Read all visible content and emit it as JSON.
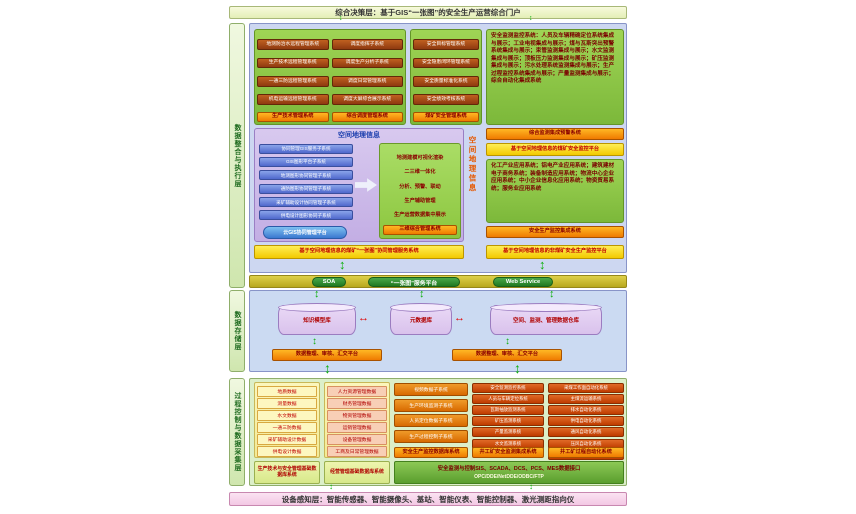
{
  "banners": {
    "top": "综合决策层：基于GIS“一张图”的安全生产运营综合门户",
    "bottom": "设备感知层：智能传感器、智能摄像头、基站、智能仪表、智能控制器、激光测距指向仪"
  },
  "layers": {
    "exec": "数据整合与执行层",
    "storage": "数据存储层",
    "collect": "过程控制与数据采集层"
  },
  "icons": {
    "v_arrow": "↕",
    "h_arrow": "↔"
  },
  "exec": {
    "prod_tech": {
      "items": [
        "地测防治水远程管理系统",
        "生产技术远程管理系统",
        "一通三防远程管理系统",
        "机电运输远程管理系统"
      ],
      "footer": "生产技术管理系统"
    },
    "dispatch": {
      "items": [
        "调度指挥子系统",
        "调度生产分析子系统",
        "调度日常管理系统",
        "调度大屏综合展示系统"
      ],
      "footer": "综合调度管理系统"
    },
    "safety": {
      "items": [
        "安全目标管理系统",
        "安全隐患闭环管理系统",
        "安全质量标准化系统",
        "安全绩效考核系统"
      ],
      "footer": "煤矿安全管理系统"
    },
    "monitor": {
      "text": "安全监测监控系统：人员及车辆精确定位系统集成与展示；工业电视集成与展示；煤与瓦斯突出预警系统集成与展示；束管监测集成与展示；水文监测集成与展示；顶板压力监测集成与展示；矿压监测集成与展示；污水处理系统监测集成与展示；生产过程监控系统集成与展示；产量监测集成与展示；综合自动化集成系统",
      "footer": "综合监测集成预警系统",
      "platform": "基于空间地理信息的煤矿安全监控平台"
    },
    "gis": {
      "title": "空间地理信息",
      "side_label": "空间地理信息",
      "items": [
        "协同管理GIS服务子系统",
        "GIS图形平台子系统",
        "地测图形协同管理子系统",
        "通防图形协同管理子系统",
        "采矿辅助设计协同管理子系统",
        "供电设计图形协同子系统"
      ],
      "cloud": "云GIS协同管理平台",
      "functions": [
        "地测建模可视化渲染",
        "二三维一体化",
        "分析、预警、联动",
        "生产辅助管理",
        "生产运营数据集中展示"
      ],
      "functions_footer": "三维综合管理系统",
      "platform": "基于空间地理信息的煤矿“一张图”协同管理服务系统"
    },
    "industry": {
      "text": "化工产业应用系统；铝电产业应用系统；建筑建材电子商务系统；装备制造应用系统；物流中心企业应用系统；中小企业信息化应用系统；物资贸易系统；服务业应用系统",
      "footer": "安全生产监控集成系统",
      "platform": "基于空间地理信息的非煤矿安全生产监控平台"
    }
  },
  "soa": {
    "left": "SOA",
    "center": "“一张图”服务平台",
    "right": "Web Service"
  },
  "storage": {
    "dbs": [
      "知识模型库",
      "元数据库",
      "空间、监测、管理数据仓库"
    ],
    "platform_left": "数据整理、审核、汇交平台",
    "platform_right": "数据整理、审核、汇交平台"
  },
  "collect": {
    "col1": {
      "items": [
        "地质数据",
        "测量数据",
        "水文数据",
        "一通三防数据",
        "采矿辅助设计数据",
        "供电设计数据"
      ],
      "footer": "生产技术与安全管理基础数据库系统"
    },
    "col2": {
      "items": [
        "人力资源管理数据",
        "财务管理数据",
        "物资管理数据",
        "运销管理数据",
        "设备管理数据",
        "工商及日常管理数据"
      ],
      "footer": "经营管理基础数据库系统"
    },
    "col3": {
      "items": [
        "视频数据子系统",
        "生产环境监测子系统",
        "人员定位数据子系统",
        "生产过程控制子系统"
      ],
      "footer": "安全生产监控数据库系统"
    },
    "col4": {
      "items": [
        "安全监测监控系统",
        "人员与车辆定位系统",
        "瓦斯抽放监测系统",
        "矿压监测系统",
        "产量监测系统",
        "水文监测系统"
      ],
      "footer": "井工矿安全监测集成系统"
    },
    "col5": {
      "items": [
        "采煤工作面自动化系统",
        "主煤流运输系统",
        "排水自动化系统",
        "供电自动化系统",
        "通风自动化系统",
        "压风自动化系统",
        "提升自动化系统",
        "污水处理自动化系统"
      ],
      "footer": "井工矿过程自动化系统"
    },
    "interface": {
      "line1": "安全监测与控制SIS、SCADA、DCS、PCS、MES数据接口",
      "line2": "OPC/DDE/NetDDE/ODBC/FTP"
    }
  }
}
